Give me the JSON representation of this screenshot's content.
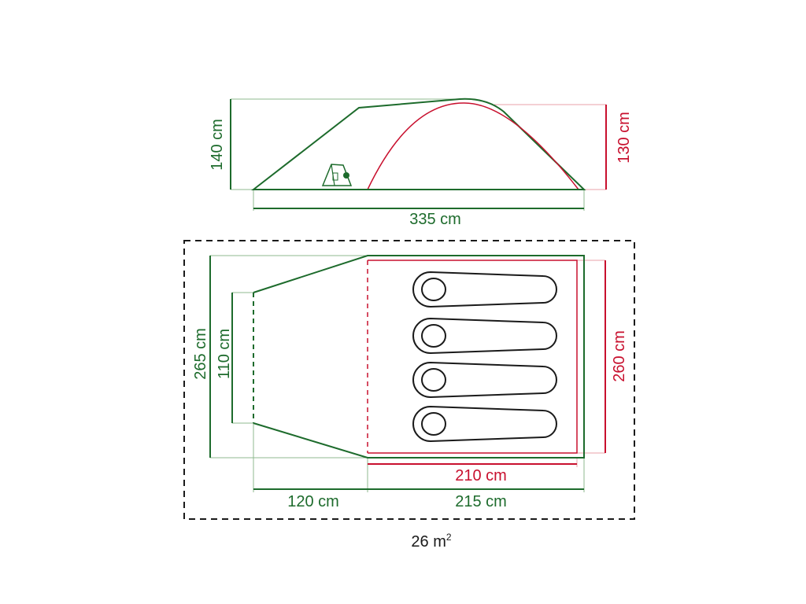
{
  "colors": {
    "green": "#1d6b2c",
    "red": "#c8102e",
    "light_green": "#8fb98f",
    "light_red": "#e8a0a8",
    "black": "#1a1a1a"
  },
  "side_view": {
    "height_outer": "140 cm",
    "height_inner": "130 cm",
    "length": "335 cm"
  },
  "floor_plan": {
    "width_outer": "265 cm",
    "width_porch_front": "110 cm",
    "width_inner": "260 cm",
    "inner_length": "210 cm",
    "porch_length": "120 cm",
    "bedroom_length": "215 cm"
  },
  "area": {
    "value": "26 m",
    "superscript": "2"
  },
  "icons": [
    "tent-door-icon",
    "sleeping-bag-icon"
  ]
}
